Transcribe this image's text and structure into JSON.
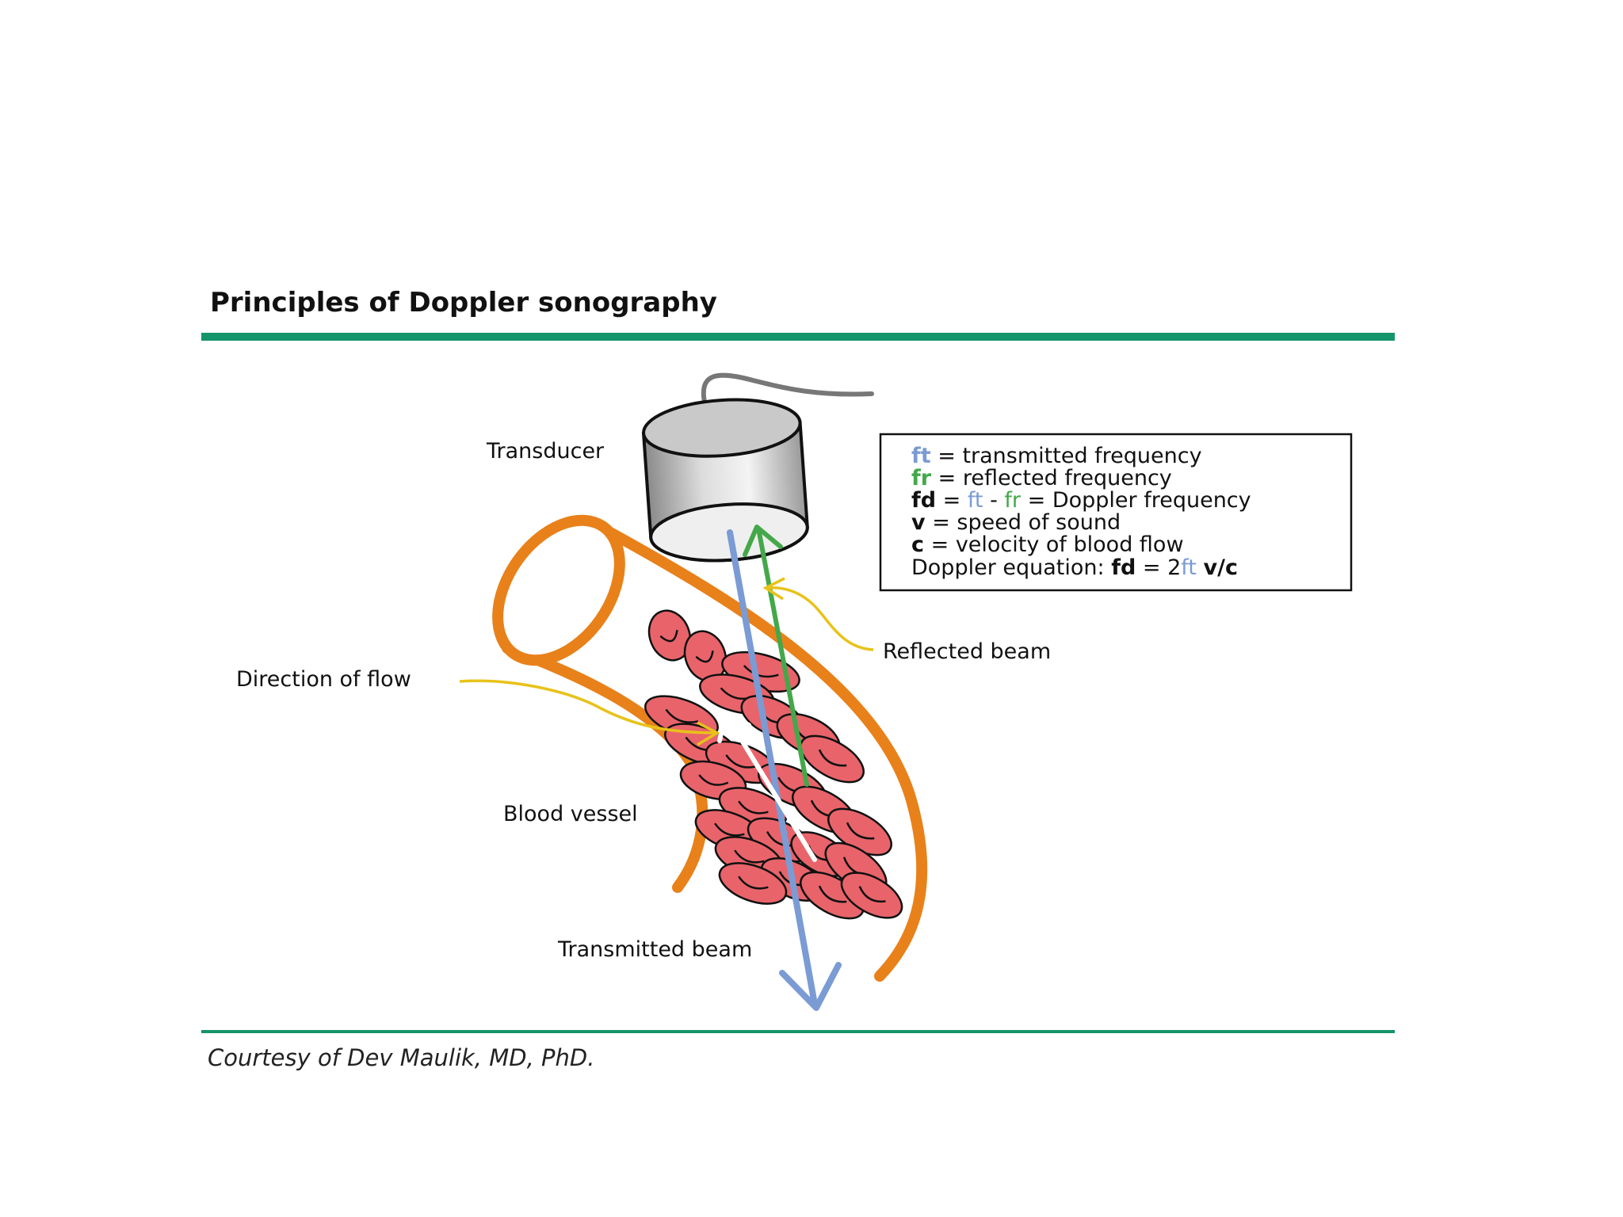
{
  "title": "Principles of Doppler sonography",
  "credit": "Courtesy of Dev Maulik, MD, PhD.",
  "labels": {
    "transducer": "Transducer",
    "reflected_beam": "Reflected beam",
    "direction_of_flow": "Direction of flow",
    "blood_vessel": "Blood vessel",
    "transmitted_beam": "Transmitted beam"
  },
  "legend": {
    "ft_symbol": "ft",
    "fr_symbol": "fr",
    "fd_symbol": "fd",
    "v_symbol": "v",
    "c_symbol": "c",
    "eq": " = ",
    "minus": " - ",
    "ft_def": "transmitted frequency",
    "fr_def": "reflected frequency",
    "fd_def": "Doppler frequency",
    "v_def": "speed of sound",
    "c_def": "velocity of blood flow",
    "equation_label": "Doppler equation: ",
    "two": "2",
    "v_over_c": "v/c"
  },
  "colors": {
    "rule": "#14946a",
    "vessel": "#e8811a",
    "rbc": "#e8646a",
    "transmitted_beam": "#7b9bd4",
    "reflected_beam": "#44a84a",
    "pointer": "#e8c21a"
  }
}
